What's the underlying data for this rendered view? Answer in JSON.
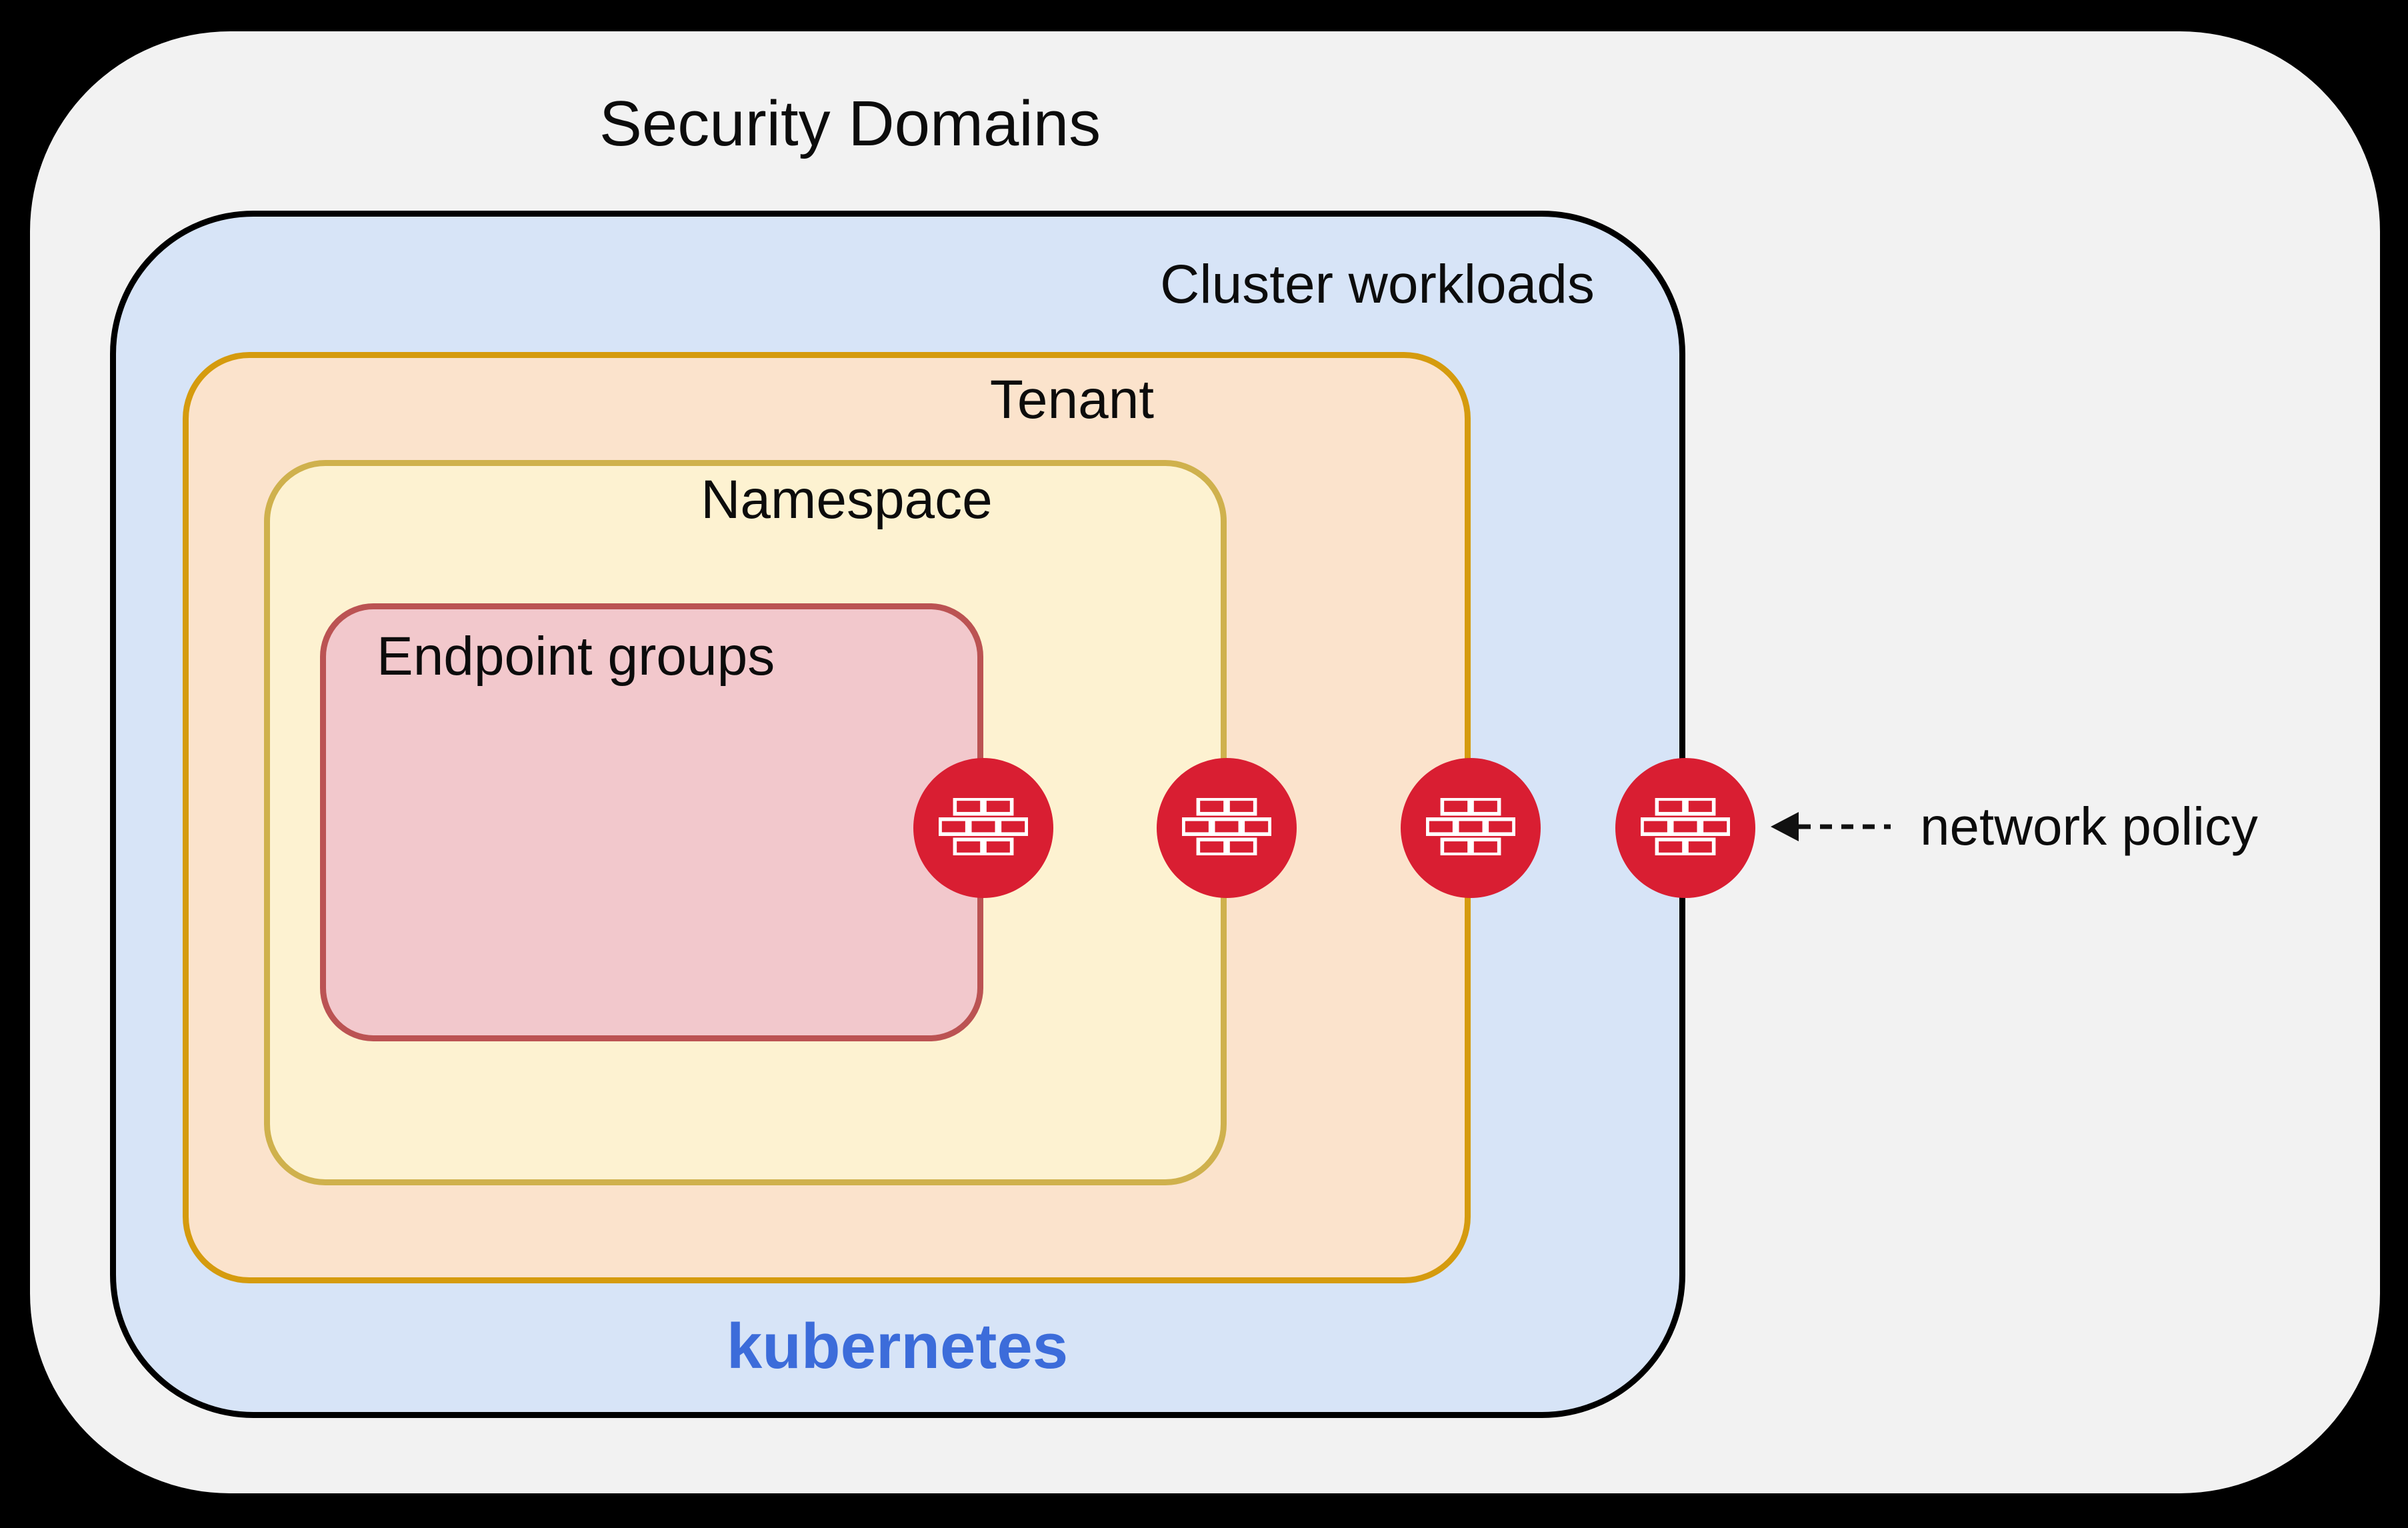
{
  "title": "Security Domains",
  "layers": [
    {
      "name": "cluster",
      "label": "Cluster workloads",
      "footer": "kubernetes",
      "fill": "#d7e4f7",
      "border": "#000000"
    },
    {
      "name": "tenant",
      "label": "Tenant",
      "fill": "#fbe3cc",
      "border": "#d59b0e"
    },
    {
      "name": "namespace",
      "label": "Namespace",
      "fill": "#fdf2d1",
      "border": "#cfb14d"
    },
    {
      "name": "endpoint",
      "label": "Endpoint groups",
      "fill": "#f2c8cc",
      "border": "#bb5353"
    }
  ],
  "annotation": {
    "label": "network policy",
    "arrow_style": "dashed, pointing left at outermost firewall"
  },
  "firewalls": {
    "count": 4,
    "icon": "firewall-brick-wall-icon",
    "color": "#d91e32",
    "brick_color": "#ffffff"
  },
  "colors": {
    "background": "#000000",
    "panel": "#f2f2f2",
    "kubernetes_text": "#3c6cda",
    "text": "#0c0c0c"
  }
}
